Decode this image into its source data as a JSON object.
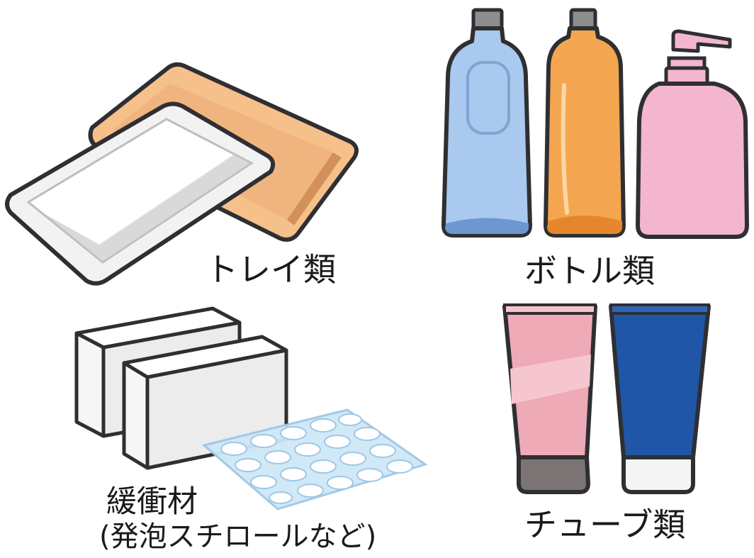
{
  "labels": {
    "trays": "トレイ類",
    "bottles": "ボトル類",
    "cushioning": "緩衝材",
    "cushioning_note": "(発泡スチロールなど)",
    "tubes": "チューブ類"
  },
  "colors": {
    "outline": "#2f2f33",
    "tray_orange": "#f6c08a",
    "tray_white": "#f2f2f2",
    "bottle_blue": "#a9c9ee",
    "bottle_orange": "#f3a64f",
    "bottle_pink": "#f4b6cf",
    "tube_pink": "#eeaab6",
    "tube_blue": "#1f56a8",
    "bubble_wrap": "#cfe7f7"
  }
}
